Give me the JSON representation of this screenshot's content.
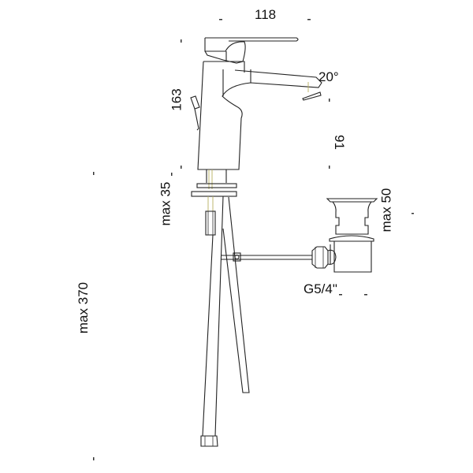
{
  "dimensions": {
    "width": "118",
    "height": "163",
    "angle": "20°",
    "spout_height": "91",
    "max_thickness": "max 35",
    "drain_max": "max 50",
    "thread": "G5/4\"",
    "hose_length": "max 370"
  }
}
